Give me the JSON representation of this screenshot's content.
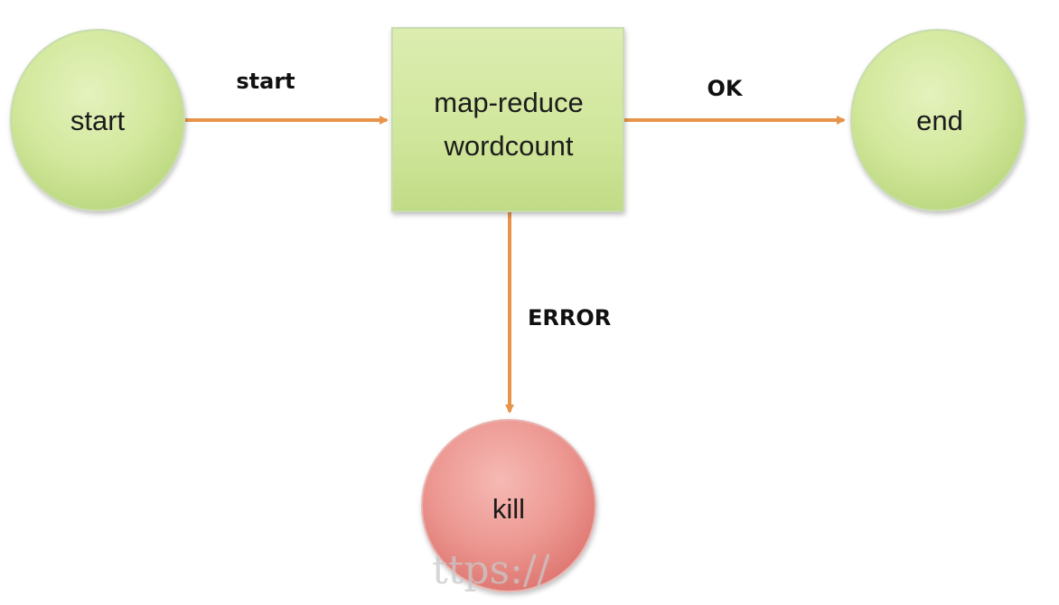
{
  "nodes": {
    "start": {
      "label": "start",
      "shape": "circle",
      "color": "#d2e79a"
    },
    "task": {
      "label_line1": "map-reduce",
      "label_line2": "wordcount",
      "shape": "rectangle",
      "color": "#d2e79a"
    },
    "end": {
      "label": "end",
      "shape": "circle",
      "color": "#d2e79a"
    },
    "kill": {
      "label": "kill",
      "shape": "circle",
      "color": "#ec8f8f"
    }
  },
  "edges": {
    "start_to_task": {
      "from": "start",
      "to": "task",
      "label": "start"
    },
    "task_to_end": {
      "from": "task",
      "to": "end",
      "label": "OK"
    },
    "task_to_kill": {
      "from": "task",
      "to": "kill",
      "label": "ERROR"
    }
  },
  "colors": {
    "arrow": "#e7954a",
    "node_border": "#c8dcae",
    "kill_border": "#e8b4b0"
  },
  "watermark": "ttps://"
}
